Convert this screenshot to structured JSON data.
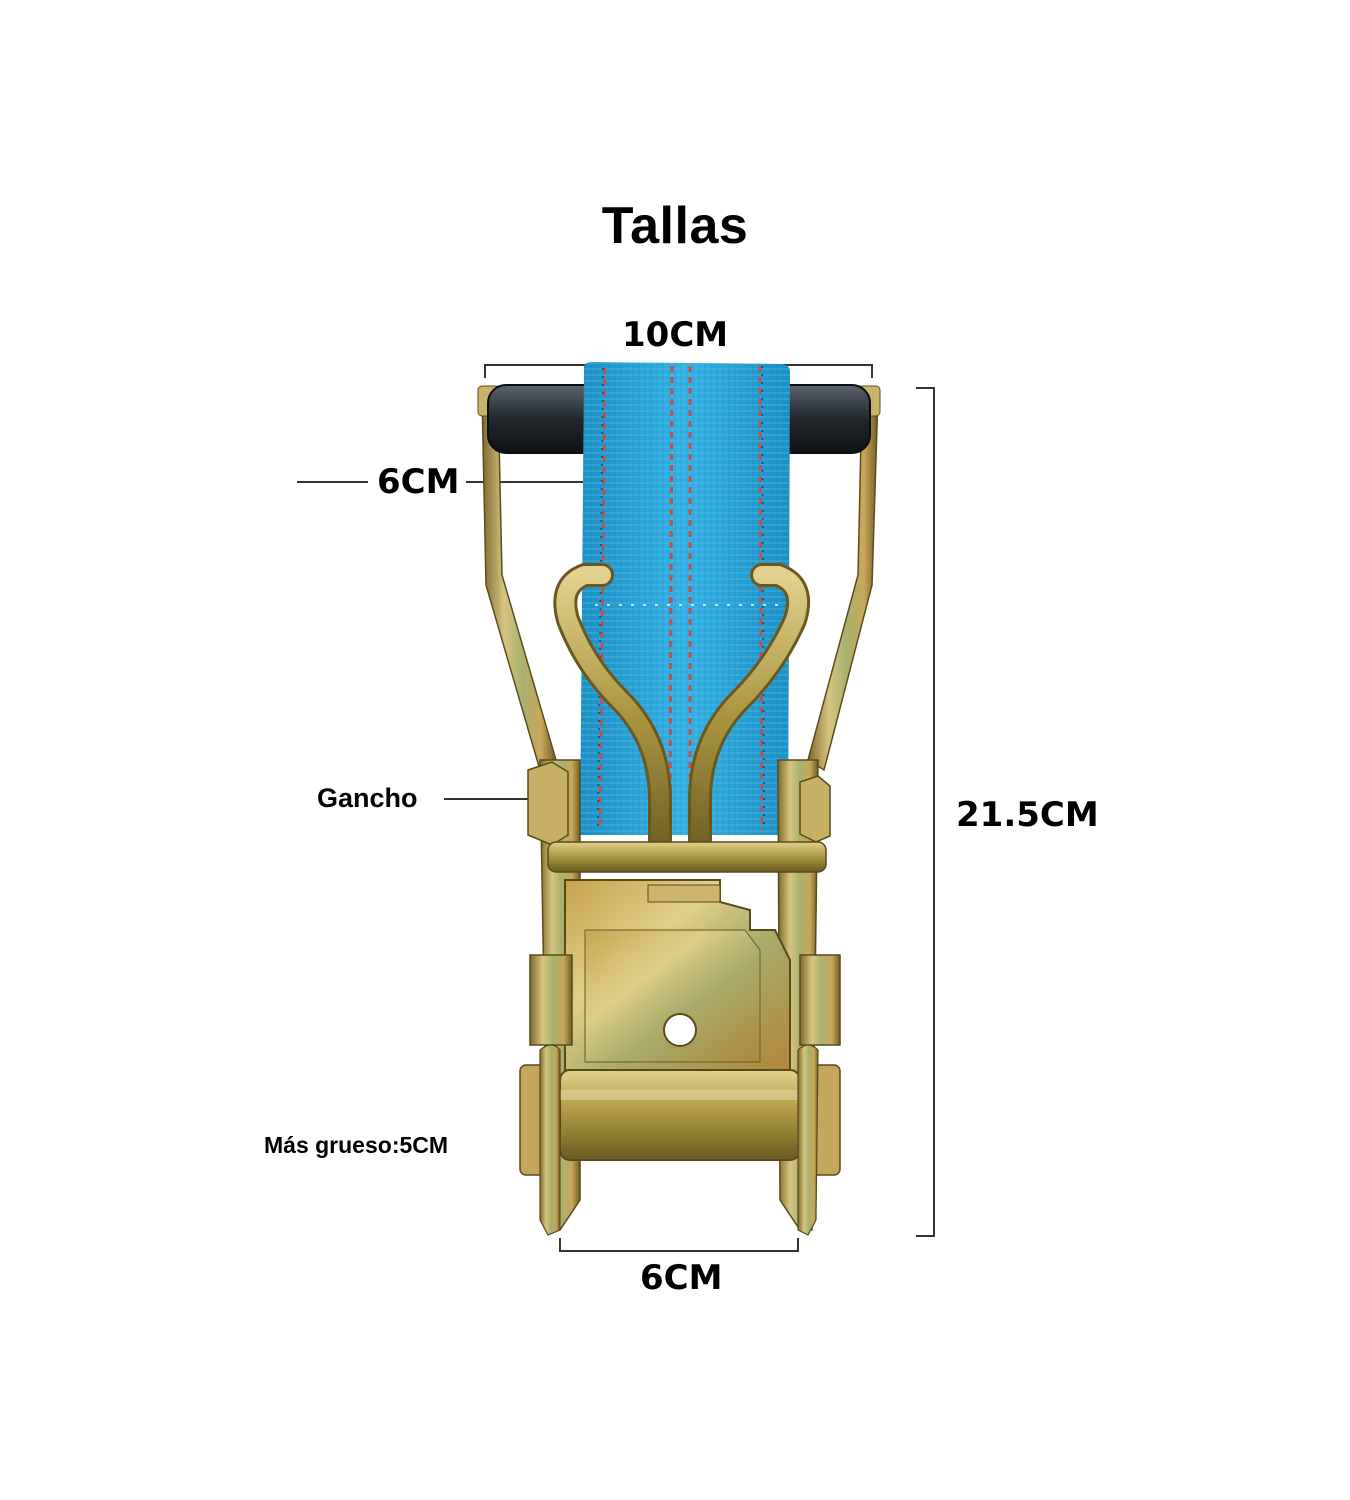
{
  "title": "Tallas",
  "dimensions": {
    "top_width": "10CM",
    "webbing_width": "6CM",
    "total_height": "21.5CM",
    "bottom_width": "6CM"
  },
  "labels": {
    "hook": "Gancho",
    "thickness": "Más grueso:5CM"
  },
  "colors": {
    "webbing": "#2aa8dc",
    "webbing_stripe": "#c0504a",
    "metal": "#b59a4a",
    "handle_grip": "#2a3038"
  }
}
